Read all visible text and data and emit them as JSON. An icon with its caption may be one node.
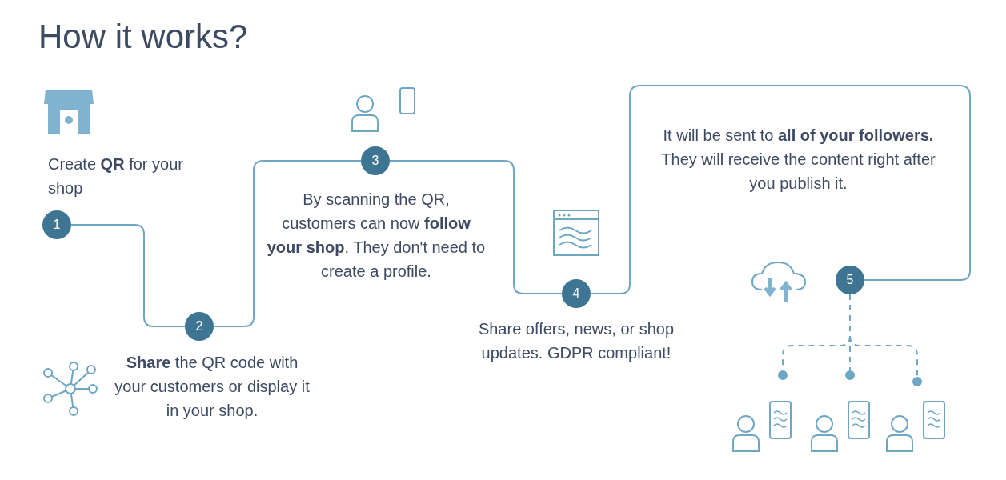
{
  "diagram": {
    "title": "How it works?",
    "nodes": [
      {
        "text": [
          "1"
        ],
        "beside": [
          "Create **QR** for your shop"
        ]
      },
      {
        "text": [
          "2"
        ],
        "beside": [
          "**Share** the QR code with your customers or display it in your shop."
        ]
      },
      {
        "text": [
          "3"
        ],
        "beside": [
          "By scanning the QR, customers can now **follow your shop**. They don't need to create a profile."
        ]
      },
      {
        "text": [
          "4"
        ],
        "beside": [
          "Share offers, news, or shop updates. GDPR compliant!"
        ]
      },
      {
        "text": [
          "5"
        ]
      },
      {
        "text": [],
        "shape": "circle"
      },
      {
        "text": [],
        "shape": "circle"
      },
      {
        "text": [],
        "shape": "circle"
      }
    ],
    "edges": [
      {
        "from": 0,
        "to": 1,
        "arrow": "none"
      },
      {
        "from": 1,
        "to": 2,
        "arrow": "none"
      },
      {
        "from": 2,
        "to": 3,
        "arrow": "none"
      },
      {
        "from": 3,
        "to": 4,
        "arrow": "none"
      },
      {
        "from": 4,
        "to": 5,
        "arrow": "none",
        "style": "dashed"
      },
      {
        "from": 4,
        "to": 6,
        "arrow": "none",
        "style": "dashed"
      },
      {
        "from": 4,
        "to": 7,
        "arrow": "none",
        "style": "dashed"
      }
    ],
    "labels": [
      "It will be sent to **all of your followers.** They will receive the content right after you publish it."
    ]
  }
}
